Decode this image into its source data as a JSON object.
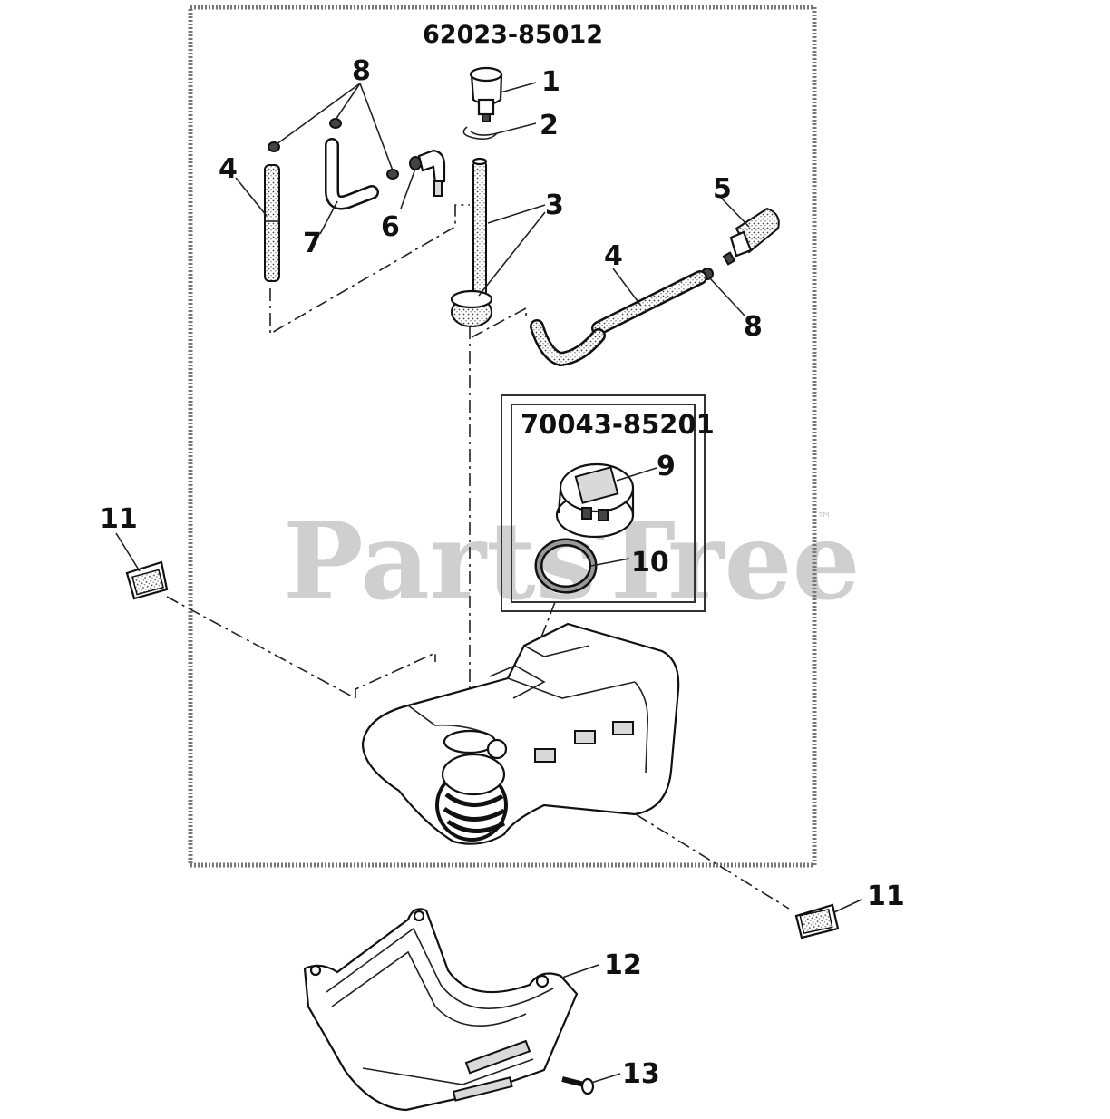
{
  "assemblies": {
    "main_part_number": "62023-85012",
    "cap_kit_part_number": "70043-85201"
  },
  "watermark": {
    "text": "PartsTree",
    "trademark": "™"
  },
  "callouts": {
    "c1": "1",
    "c2": "2",
    "c3": "3",
    "c4_left": "4",
    "c4_right": "4",
    "c5": "5",
    "c6": "6",
    "c7": "7",
    "c8_top": "8",
    "c8_right": "8",
    "c9": "9",
    "c10": "10",
    "c11_left": "11",
    "c11_right": "11",
    "c12": "12",
    "c13": "13"
  },
  "colors": {
    "line": "#222222",
    "frame": "#777777",
    "watermark": "#cfcfcf"
  }
}
